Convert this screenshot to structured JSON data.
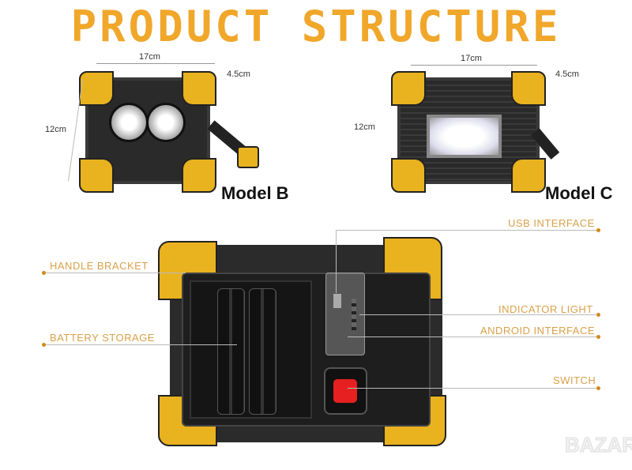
{
  "title": "PRODUCT STRUCTURE",
  "models": [
    {
      "name": "Model B",
      "width": "17cm",
      "depth": "4.5cm",
      "height": "12cm"
    },
    {
      "name": "Model C",
      "width": "17cm",
      "depth": "4.5cm",
      "height": "12cm"
    }
  ],
  "callouts": {
    "usb": "USB INTERFACE",
    "handle": "HANDLE BRACKET",
    "indicator": "INDICATOR LIGHT",
    "android": "ANDROID INTERFACE",
    "battery": "BATTERY STORAGE",
    "switch": "SWITCH"
  },
  "watermark": "BAZAR",
  "colors": {
    "accent": "#f0a72a",
    "housing": "#e9b21f",
    "switch": "#e62020"
  }
}
